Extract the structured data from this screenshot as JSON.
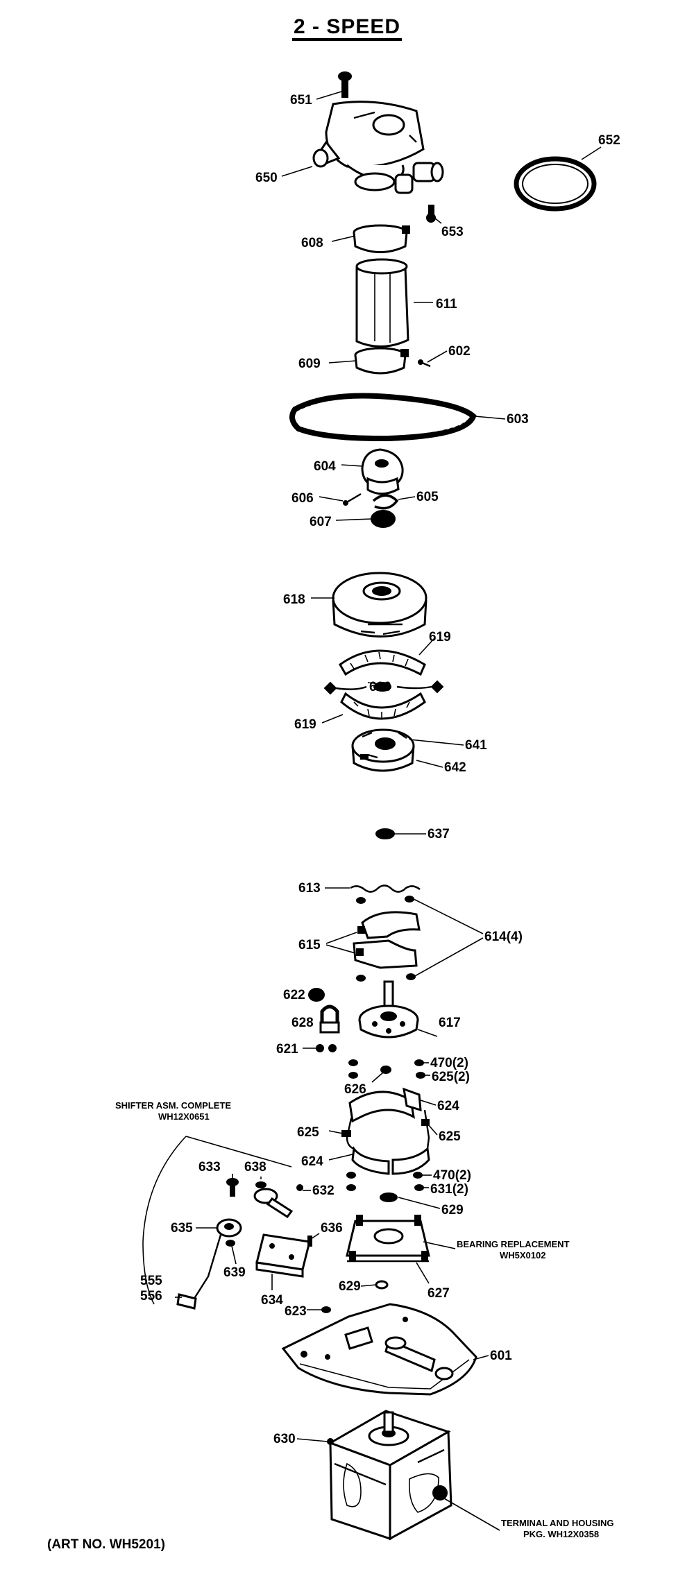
{
  "title": "2 - SPEED",
  "footer": "(ART NO. WH5201)",
  "notes": {
    "shifter_line1": "SHIFTER ASM. COMPLETE",
    "shifter_line2": "WH12X0651",
    "bearing_line1": "BEARING REPLACEMENT",
    "bearing_line2": "WH5X0102",
    "terminal_line1": "TERMINAL AND HOUSING",
    "terminal_line2": "PKG. WH12X0358"
  },
  "labels": {
    "l651": "651",
    "l650": "650",
    "l652": "652",
    "l653": "653",
    "l608a": "608",
    "l611": "611",
    "l602": "602",
    "l609": "609",
    "l603": "603",
    "l604": "604",
    "l606": "606",
    "l605": "605",
    "l607": "607",
    "l618": "618",
    "l619a": "619",
    "l620": "620",
    "l619b": "619",
    "l641": "641",
    "l642": "642",
    "l637": "637",
    "l613": "613",
    "l615": "615",
    "l614": "614(4)",
    "l622": "622",
    "l628": "628",
    "l621": "621",
    "l617": "617",
    "l470a": "470(2)",
    "l625a": "625(2)",
    "l626": "626",
    "l624a": "624",
    "l625b": "625",
    "l624b": "624",
    "l625c": "625",
    "l470b": "470(2)",
    "l631": "631(2)",
    "l629": "629",
    "l633": "633",
    "l638": "638",
    "l632": "632",
    "l635": "635",
    "l639": "639",
    "l555": "555",
    "l556": "556",
    "l636": "636",
    "l634": "634",
    "l627": "627",
    "l623": "623",
    "l601": "601",
    "l630": "630"
  },
  "colors": {
    "ink": "#000000",
    "paper": "#ffffff",
    "shade": "#d9d9d9"
  }
}
